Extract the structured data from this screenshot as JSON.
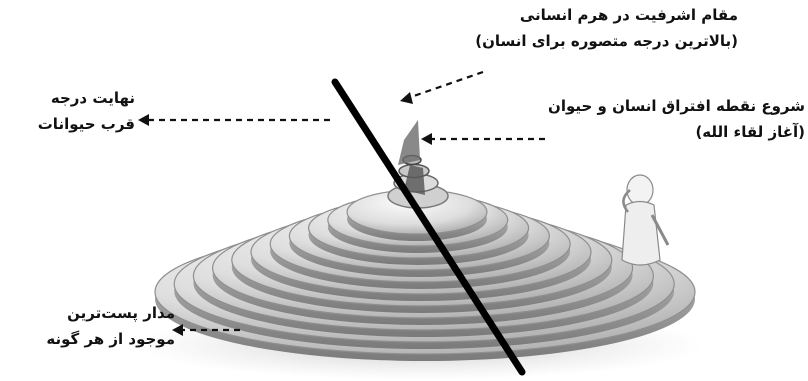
{
  "labels": {
    "top_line1": "مقام اشرفیت در هرم انسانی",
    "top_line2": "(بالاترین درجه متصوره برای انسان)",
    "right_line1": "شروع نقطه افتراق انسان و حیوان",
    "right_line2": "(آغاز لقاء الله)",
    "left_line1": "نهایت درجه",
    "left_line2": "قرب حیوانات",
    "bottom_line1": "مدار پست‌ترین",
    "bottom_line2": "موجود از هر گونه"
  },
  "icons": [
    "pyramid-diagram",
    "dividing-line",
    "thinking-figure-icon",
    "arrow-icon"
  ],
  "colors": {
    "disc_light": "#f2f2f2",
    "disc_dark": "#8a8a8a",
    "line": "#000000",
    "text": "#111111"
  }
}
